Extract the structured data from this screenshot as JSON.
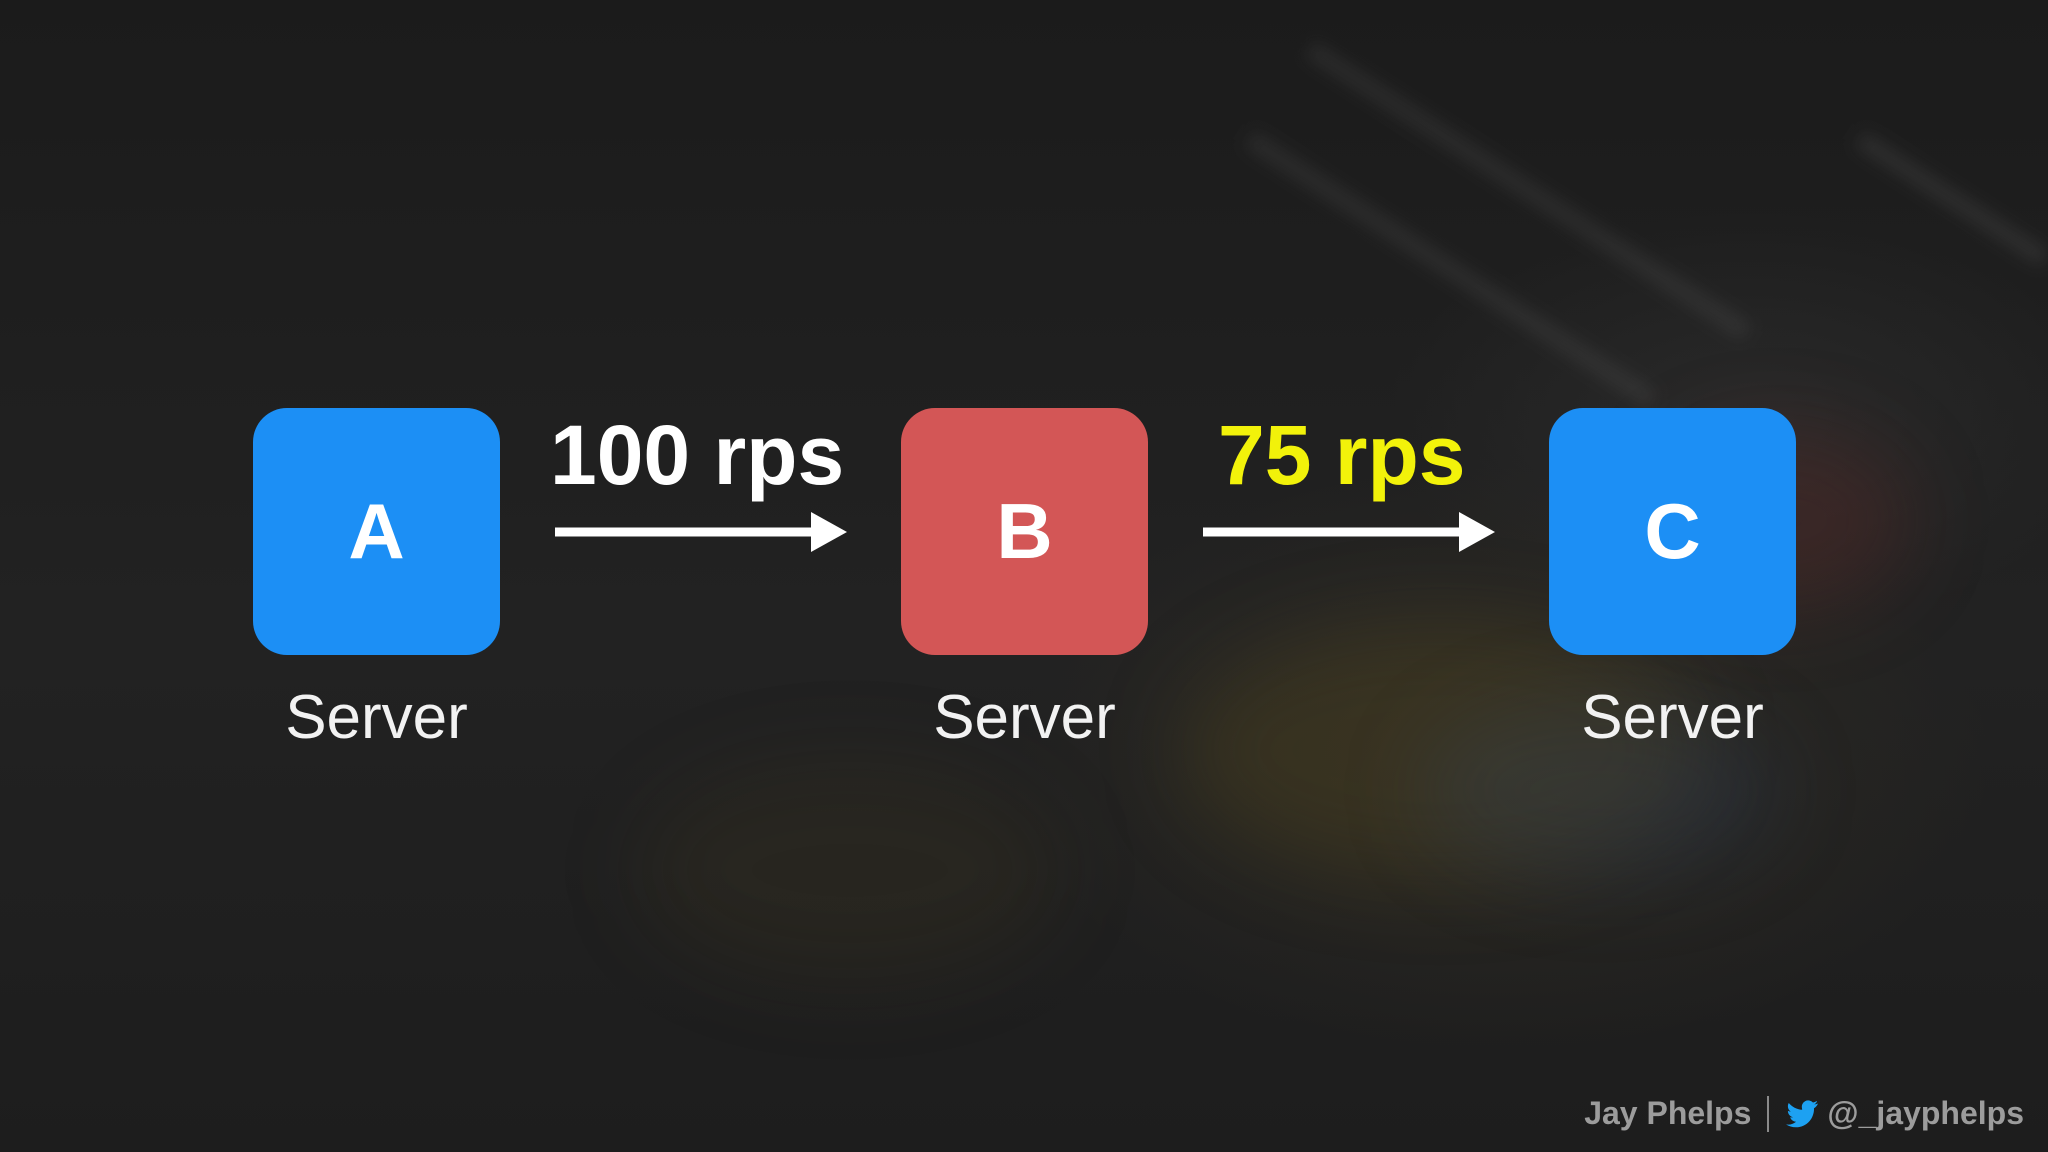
{
  "nodes": [
    {
      "letter": "A",
      "label": "Server",
      "color": "#1c8ff5"
    },
    {
      "letter": "B",
      "label": "Server",
      "color": "#d35656"
    },
    {
      "letter": "C",
      "label": "Server",
      "color": "#1c8ff5"
    }
  ],
  "edges": [
    {
      "from": "A",
      "to": "B",
      "label": "100 rps",
      "color": "#ffffff"
    },
    {
      "from": "B",
      "to": "C",
      "label": "75 rps",
      "color": "#f2f20a"
    }
  ],
  "footer": {
    "author": "Jay Phelps",
    "handle": "@_jayphelps",
    "icon": "twitter-bird-icon",
    "icon_color": "#1da1f2"
  }
}
